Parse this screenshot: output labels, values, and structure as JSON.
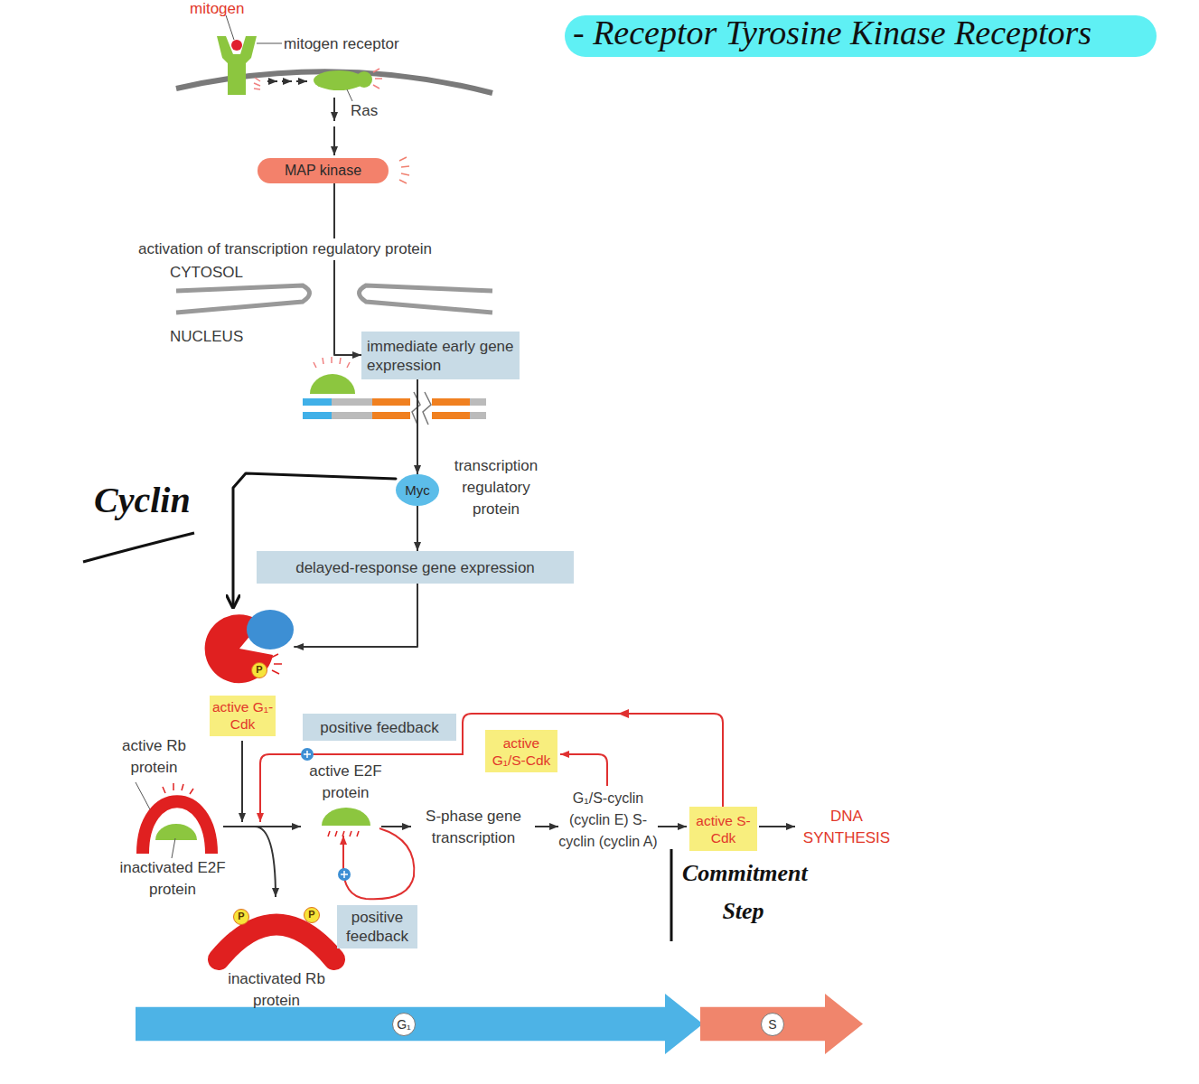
{
  "diagram": {
    "title": "- Receptor Tyrosine Kinase Receptors",
    "nodes": [
      {
        "text": [
          "MAP kinase"
        ]
      },
      {
        "text": [
          "immediate early gene expression"
        ]
      },
      {
        "text": [
          "Myc"
        ]
      },
      {
        "text": [
          "delayed-response gene expression"
        ]
      },
      {
        "text": [
          "active G₁-Cdk"
        ]
      },
      {
        "text": [
          "positive feedback"
        ]
      },
      {
        "text": [
          "active G₁/S-Cdk"
        ]
      },
      {
        "text": [
          "positive feedback"
        ]
      },
      {
        "text": [
          "active S-Cdk"
        ]
      },
      {
        "text": [
          "G₁"
        ]
      },
      {
        "text": [
          "S"
        ]
      }
    ],
    "edges": [
      {
        "from": 0,
        "to": 1,
        "arrow": "to"
      },
      {
        "from": 1,
        "to": 2,
        "arrow": "to"
      },
      {
        "from": 2,
        "to": 3,
        "arrow": "to"
      },
      {
        "from": 3,
        "to": 4,
        "arrow": "to"
      },
      {
        "from": 2,
        "to": 4,
        "label": "Cyclin",
        "arrow": "to"
      }
    ],
    "labels": [
      "mitogen",
      "mitogen receptor",
      "Ras",
      "activation of transcription regulatory protein",
      "CYTOSOL",
      "NUCLEUS",
      "transcription regulatory protein",
      "active Rb protein",
      "inactivated E2F protein",
      "active E2F protein",
      "S-phase gene transcription",
      "G₁/S-cyclin (cyclin E) S-cyclin (cyclin A)",
      "inactivated Rb protein",
      "DNA SYNTHESIS",
      "Commitment Step",
      "P",
      "P",
      "P"
    ]
  }
}
